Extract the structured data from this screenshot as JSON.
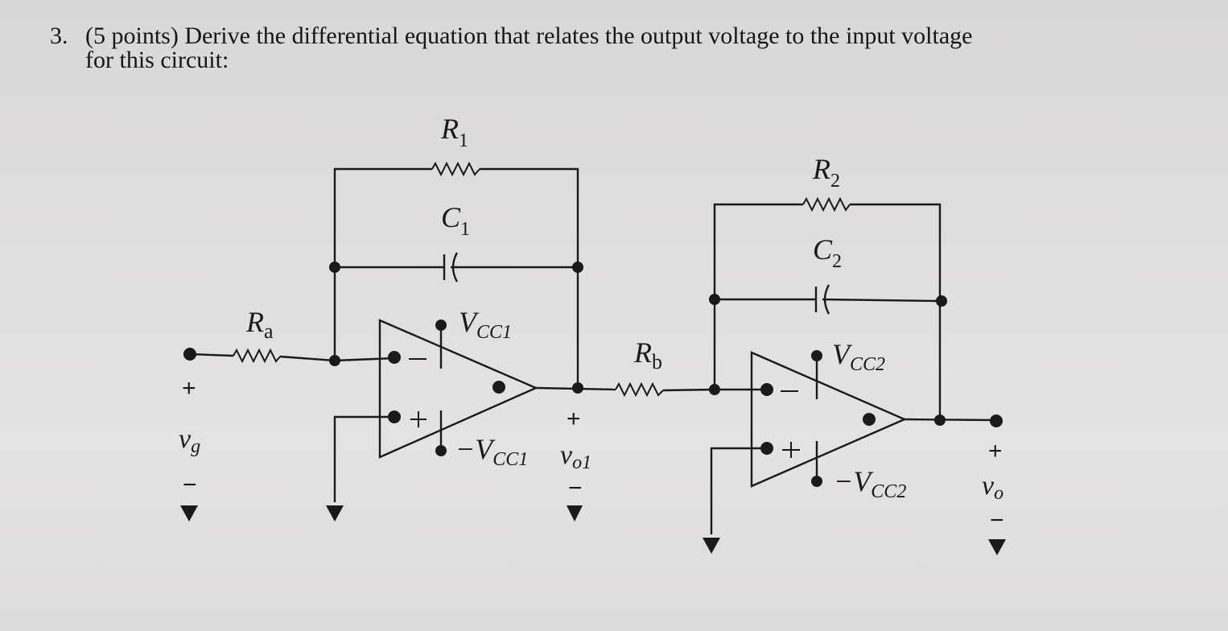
{
  "problem": {
    "number": "3.",
    "points": "(5 points)",
    "text_line1": "Derive the differential equation that relates the output voltage to the input voltage",
    "text_line2": "for this circuit:"
  },
  "circuit": {
    "R1": "R",
    "R1_sub": "1",
    "C1": "C",
    "C1_sub": "1",
    "R2": "R",
    "R2_sub": "2",
    "C2": "C",
    "C2_sub": "2",
    "Ra": "R",
    "Ra_sub": "a",
    "Rb": "R",
    "Rb_sub": "b",
    "vcc1_pos": "V",
    "vcc1_pos_sub": "CC1",
    "vcc1_neg": "−V",
    "vcc1_neg_sub": "CC1",
    "vcc2_pos": "V",
    "vcc2_pos_sub": "CC2",
    "vcc2_neg": "−V",
    "vcc2_neg_sub": "CC2",
    "vg": "v",
    "vg_sub": "g",
    "vo1": "v",
    "vo1_sub": "o1",
    "vo": "v",
    "vo_sub": "o",
    "plus": "+",
    "minus": "−"
  }
}
